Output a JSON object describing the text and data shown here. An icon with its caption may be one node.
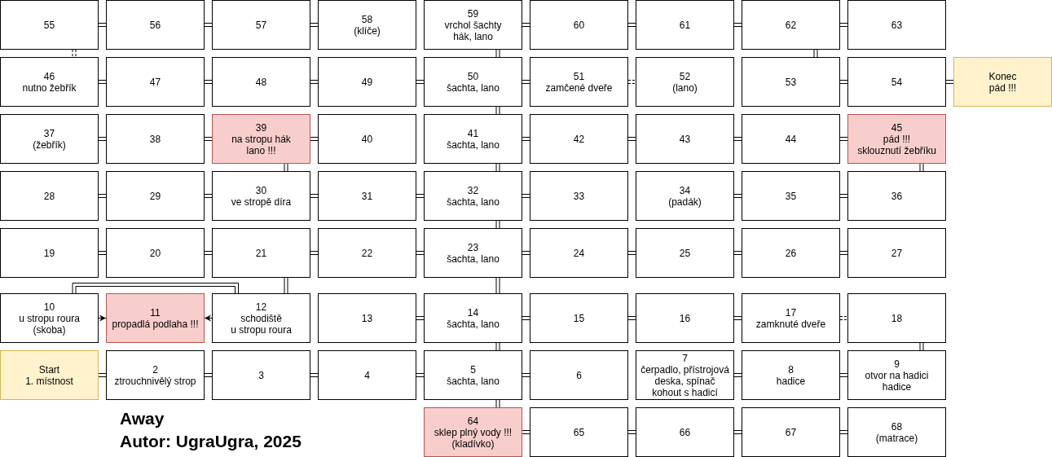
{
  "diagram": {
    "title": "Away",
    "caption": "Autor: UgraUgra, 2025",
    "nodes": [
      {
        "text": [
          "55"
        ]
      },
      {
        "text": [
          "56"
        ]
      },
      {
        "text": [
          "57"
        ]
      },
      {
        "text": [
          "58",
          "(klíče)"
        ]
      },
      {
        "text": [
          "59",
          "vrchol šachty",
          "hák, lano"
        ]
      },
      {
        "text": [
          "60"
        ]
      },
      {
        "text": [
          "61"
        ]
      },
      {
        "text": [
          "62"
        ]
      },
      {
        "text": [
          "63"
        ]
      },
      {
        "text": [
          "46",
          "nutno žebřík"
        ]
      },
      {
        "text": [
          "47"
        ]
      },
      {
        "text": [
          "48"
        ]
      },
      {
        "text": [
          "49"
        ]
      },
      {
        "text": [
          "50",
          "šachta, lano"
        ]
      },
      {
        "text": [
          "51",
          "zamčené dveře"
        ]
      },
      {
        "text": [
          "52",
          "(lano)"
        ]
      },
      {
        "text": [
          "53"
        ]
      },
      {
        "text": [
          "54"
        ]
      },
      {
        "text": [
          "Konec",
          "pád !!!"
        ]
      },
      {
        "text": [
          "37",
          "(žebřík)"
        ]
      },
      {
        "text": [
          "38"
        ]
      },
      {
        "text": [
          "39",
          "na stropu hák",
          "lano !!!"
        ]
      },
      {
        "text": [
          "40"
        ]
      },
      {
        "text": [
          "41",
          "šachta, lano"
        ]
      },
      {
        "text": [
          "42"
        ]
      },
      {
        "text": [
          "43"
        ]
      },
      {
        "text": [
          "44"
        ]
      },
      {
        "text": [
          "45",
          "pád !!!",
          "sklouznutí žebříku"
        ]
      },
      {
        "text": [
          "28"
        ]
      },
      {
        "text": [
          "29"
        ]
      },
      {
        "text": [
          "30",
          "ve stropě díra"
        ]
      },
      {
        "text": [
          "31"
        ]
      },
      {
        "text": [
          "32",
          "šachta, lano"
        ]
      },
      {
        "text": [
          "33"
        ]
      },
      {
        "text": [
          "34",
          "(padák)"
        ]
      },
      {
        "text": [
          "35"
        ]
      },
      {
        "text": [
          "36"
        ]
      },
      {
        "text": [
          "19"
        ]
      },
      {
        "text": [
          "20"
        ]
      },
      {
        "text": [
          "21"
        ]
      },
      {
        "text": [
          "22"
        ]
      },
      {
        "text": [
          "23",
          "šachta, lano"
        ]
      },
      {
        "text": [
          "24"
        ]
      },
      {
        "text": [
          "25"
        ]
      },
      {
        "text": [
          "26"
        ]
      },
      {
        "text": [
          "27"
        ]
      },
      {
        "text": [
          "10",
          "u stropu roura",
          "(skoba)"
        ]
      },
      {
        "text": [
          "11",
          "propadlá podlaha !!!"
        ]
      },
      {
        "text": [
          "12",
          "schodiště",
          "u stropu roura"
        ]
      },
      {
        "text": [
          "13"
        ]
      },
      {
        "text": [
          "14",
          "šachta, lano"
        ]
      },
      {
        "text": [
          "15"
        ]
      },
      {
        "text": [
          "16"
        ]
      },
      {
        "text": [
          "17",
          "zamknuté dveře"
        ]
      },
      {
        "text": [
          "18"
        ]
      },
      {
        "text": [
          "Start",
          "1. místnost"
        ]
      },
      {
        "text": [
          "2",
          "ztrouchnivělý strop"
        ]
      },
      {
        "text": [
          "3"
        ]
      },
      {
        "text": [
          "4"
        ]
      },
      {
        "text": [
          "5",
          "šachta, lano"
        ]
      },
      {
        "text": [
          "6"
        ]
      },
      {
        "text": [
          "7",
          "čerpadlo, přístrojová deska, spínač",
          "kohout s hadicí"
        ]
      },
      {
        "text": [
          "8",
          "hadice"
        ]
      },
      {
        "text": [
          "9",
          "otvor na hadici",
          "hadice"
        ]
      },
      {
        "text": [
          "64",
          "sklep plný vody !!!",
          "(kladívko)"
        ]
      },
      {
        "text": [
          "65"
        ]
      },
      {
        "text": [
          "66"
        ]
      },
      {
        "text": [
          "67"
        ]
      },
      {
        "text": [
          "68",
          "(matrace)"
        ]
      }
    ],
    "edges": [
      {
        "from": 0,
        "to": 1,
        "arrow": "none"
      },
      {
        "from": 1,
        "to": 2,
        "arrow": "none"
      },
      {
        "from": 2,
        "to": 3,
        "arrow": "none"
      },
      {
        "from": 4,
        "to": 5,
        "arrow": "none"
      },
      {
        "from": 5,
        "to": 6,
        "arrow": "none"
      },
      {
        "from": 6,
        "to": 7,
        "arrow": "none"
      },
      {
        "from": 7,
        "to": 8,
        "arrow": "none"
      },
      {
        "from": 0,
        "to": 9,
        "arrow": "none",
        "style": "dashed"
      },
      {
        "from": 4,
        "to": 13,
        "arrow": "none"
      },
      {
        "from": 7,
        "to": 16,
        "arrow": "none"
      },
      {
        "from": 9,
        "to": 10,
        "arrow": "none"
      },
      {
        "from": 10,
        "to": 11,
        "arrow": "none"
      },
      {
        "from": 11,
        "to": 12,
        "arrow": "none"
      },
      {
        "from": 12,
        "to": 13,
        "arrow": "none"
      },
      {
        "from": 13,
        "to": 14,
        "arrow": "none"
      },
      {
        "from": 14,
        "to": 15,
        "arrow": "none",
        "style": "dashed"
      },
      {
        "from": 16,
        "to": 17,
        "arrow": "none"
      },
      {
        "from": 17,
        "to": 18,
        "arrow": "none"
      },
      {
        "from": 13,
        "to": 23,
        "arrow": "none"
      },
      {
        "from": 19,
        "to": 20,
        "arrow": "none"
      },
      {
        "from": 20,
        "to": 21,
        "arrow": "none"
      },
      {
        "from": 21,
        "to": 22,
        "arrow": "none"
      },
      {
        "from": 23,
        "to": 24,
        "arrow": "none"
      },
      {
        "from": 24,
        "to": 25,
        "arrow": "none"
      },
      {
        "from": 25,
        "to": 26,
        "arrow": "none"
      },
      {
        "from": 26,
        "to": 27,
        "arrow": "none"
      },
      {
        "from": 21,
        "to": 30,
        "arrow": "none"
      },
      {
        "from": 23,
        "to": 32,
        "arrow": "none"
      },
      {
        "from": 27,
        "to": 36,
        "arrow": "none"
      },
      {
        "from": 28,
        "to": 29,
        "arrow": "none"
      },
      {
        "from": 29,
        "to": 30,
        "arrow": "none"
      },
      {
        "from": 30,
        "to": 31,
        "arrow": "none"
      },
      {
        "from": 31,
        "to": 32,
        "arrow": "none"
      },
      {
        "from": 32,
        "to": 33,
        "arrow": "none"
      },
      {
        "from": 34,
        "to": 35,
        "arrow": "none"
      },
      {
        "from": 35,
        "to": 36,
        "arrow": "none"
      },
      {
        "from": 32,
        "to": 41,
        "arrow": "none"
      },
      {
        "from": 37,
        "to": 38,
        "arrow": "none"
      },
      {
        "from": 38,
        "to": 39,
        "arrow": "none"
      },
      {
        "from": 39,
        "to": 40,
        "arrow": "none"
      },
      {
        "from": 40,
        "to": 41,
        "arrow": "none"
      },
      {
        "from": 41,
        "to": 42,
        "arrow": "none"
      },
      {
        "from": 42,
        "to": 43,
        "arrow": "none"
      },
      {
        "from": 43,
        "to": 44,
        "arrow": "none"
      },
      {
        "from": 44,
        "to": 45,
        "arrow": "none"
      },
      {
        "from": 39,
        "to": 48,
        "arrow": "none"
      },
      {
        "from": 41,
        "to": 50,
        "arrow": "none"
      },
      {
        "from": 46,
        "to": 48,
        "arrow": "none"
      },
      {
        "from": 46,
        "to": 47,
        "arrow": "to"
      },
      {
        "from": 48,
        "to": 47,
        "arrow": "to"
      },
      {
        "from": 49,
        "to": 50,
        "arrow": "none"
      },
      {
        "from": 50,
        "to": 51,
        "arrow": "none"
      },
      {
        "from": 51,
        "to": 52,
        "arrow": "none"
      },
      {
        "from": 52,
        "to": 53,
        "arrow": "none"
      },
      {
        "from": 53,
        "to": 54,
        "arrow": "none",
        "style": "dashed"
      },
      {
        "from": 50,
        "to": 59,
        "arrow": "none"
      },
      {
        "from": 54,
        "to": 63,
        "arrow": "none"
      },
      {
        "from": 55,
        "to": 56,
        "arrow": "none"
      },
      {
        "from": 56,
        "to": 57,
        "arrow": "none"
      },
      {
        "from": 57,
        "to": 58,
        "arrow": "none"
      },
      {
        "from": 58,
        "to": 59,
        "arrow": "none"
      },
      {
        "from": 59,
        "to": 60,
        "arrow": "none"
      },
      {
        "from": 61,
        "to": 62,
        "arrow": "none"
      },
      {
        "from": 62,
        "to": 63,
        "arrow": "none"
      },
      {
        "from": 59,
        "to": 64,
        "arrow": "none"
      },
      {
        "from": 64,
        "to": 65,
        "arrow": "none"
      },
      {
        "from": 65,
        "to": 66,
        "arrow": "none"
      },
      {
        "from": 66,
        "to": 67,
        "arrow": "none"
      },
      {
        "from": 67,
        "to": 68,
        "arrow": "none"
      }
    ]
  }
}
